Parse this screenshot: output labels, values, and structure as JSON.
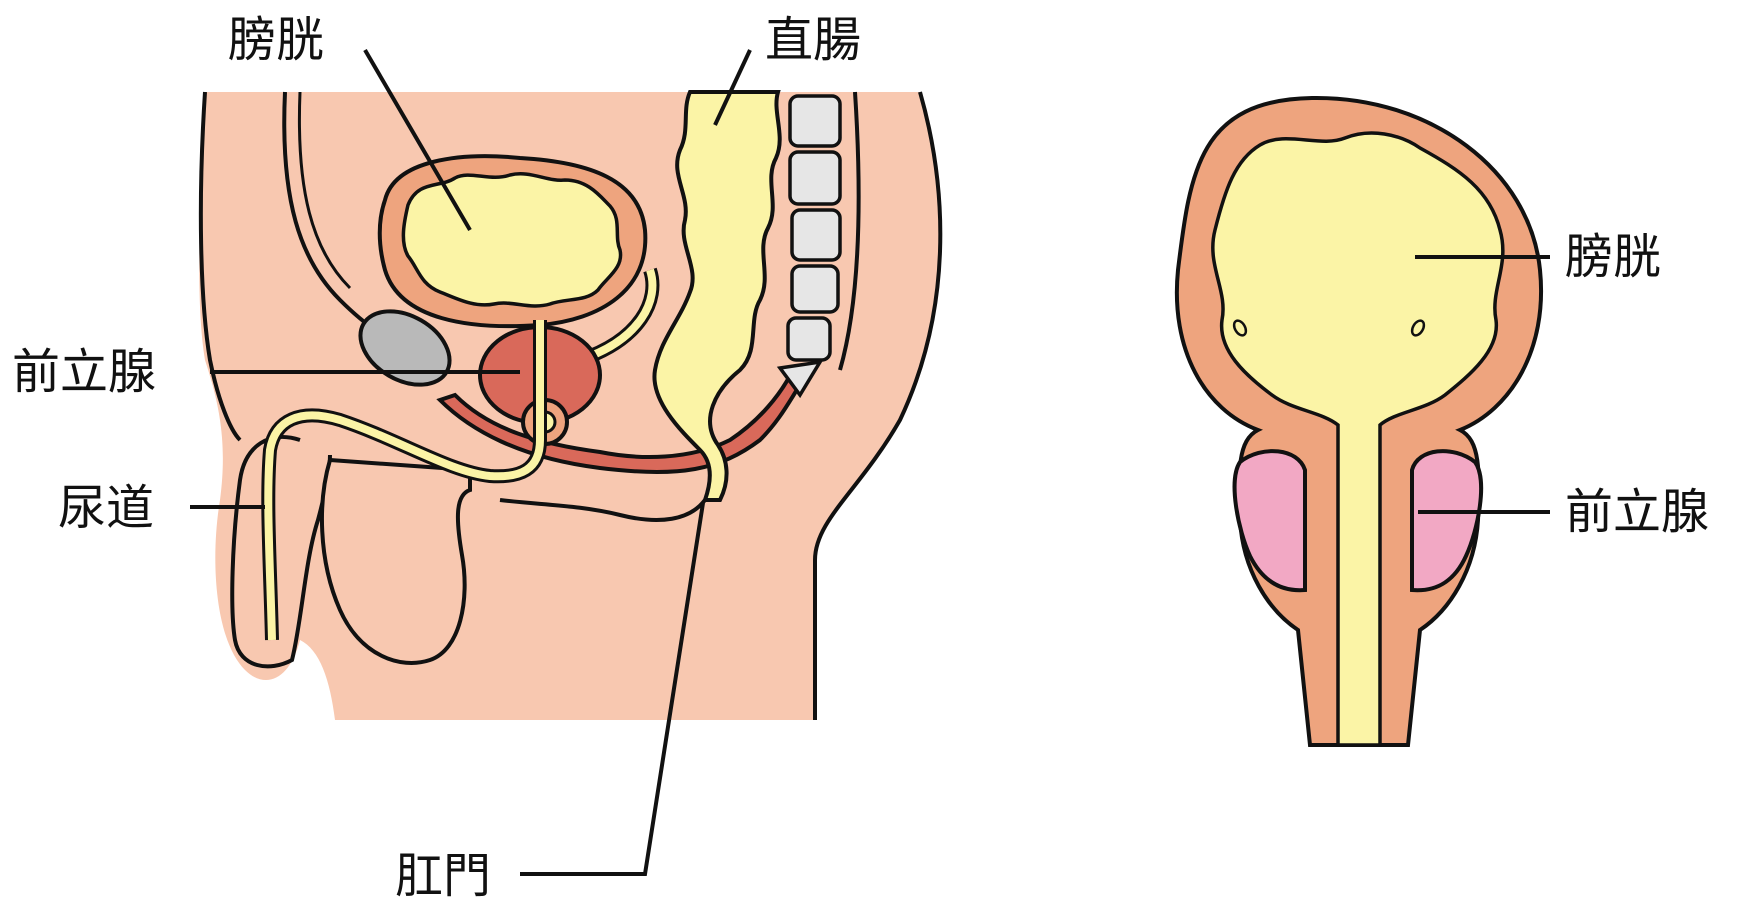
{
  "left_figure": {
    "labels": {
      "bladder": "膀胱",
      "rectum": "直腸",
      "prostate": "前立腺",
      "urethra": "尿道",
      "anus": "肛門"
    }
  },
  "right_figure": {
    "labels": {
      "bladder": "膀胱",
      "prostate": "前立腺"
    }
  },
  "colors": {
    "skin": "#f8c8b0",
    "muscle_wall": "#eea47e",
    "bladder_content": "#fbf4a6",
    "prostate_left": "#d9695a",
    "prostate_right": "#f2a8c4",
    "rectum_band": "#d9695a",
    "bone_light": "#e6e6e6",
    "pubic_bone": "#b9b9b9",
    "outline": "#111111"
  }
}
